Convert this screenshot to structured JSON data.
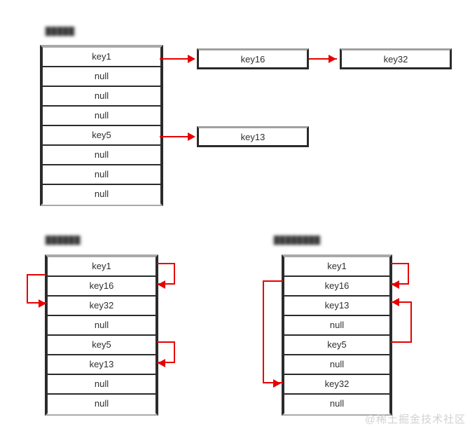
{
  "diagram": {
    "title": "HashMap bucket array and chaining diagram",
    "accent_color": "#e60000",
    "border_color": "#2b2b2b",
    "cell_background": "#ffffff",
    "page_background": "#ffffff"
  },
  "sections": {
    "top": {
      "caption": "█████",
      "table_name": "bucket-array-chained",
      "cells": [
        "key1",
        "null",
        "null",
        "null",
        "key5",
        "null",
        "null",
        "null"
      ],
      "chain_nodes": [
        {
          "label": "key16",
          "from_cell_index": 0
        },
        {
          "label": "key32",
          "from_cell_index": 0
        },
        {
          "label": "key13",
          "from_cell_index": 4
        }
      ]
    },
    "bottom_left": {
      "caption": "██████",
      "table_name": "bucket-array-linear-probe",
      "cells": [
        "key1",
        "key16",
        "key32",
        "null",
        "key5",
        "key13",
        "null",
        "null"
      ],
      "links": [
        {
          "from_index": 0,
          "to_index": 1,
          "side": "right"
        },
        {
          "from_index": 1,
          "to_index": 2,
          "side": "left"
        },
        {
          "from_index": 4,
          "to_index": 5,
          "side": "right"
        }
      ]
    },
    "bottom_right": {
      "caption": "████████",
      "table_name": "bucket-array-rehashed",
      "cells": [
        "key1",
        "key16",
        "key13",
        "null",
        "key5",
        "null",
        "key32",
        "null"
      ],
      "links": [
        {
          "from_index": 0,
          "to_index": 1,
          "side": "right"
        },
        {
          "from_index": 4,
          "to_index": 2,
          "side": "right"
        },
        {
          "from_index": 1,
          "to_index": 6,
          "side": "left"
        }
      ]
    }
  },
  "watermark": {
    "text": "@稀土掘金技术社区"
  }
}
